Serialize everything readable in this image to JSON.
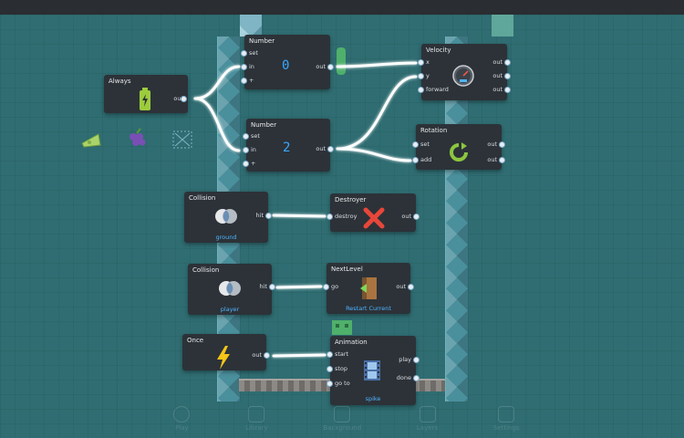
{
  "nodes": {
    "always": {
      "title": "Always",
      "outputs": [
        "out"
      ],
      "icon": "battery-icon"
    },
    "number0": {
      "title": "Number",
      "inputs": [
        "set",
        "in",
        "+"
      ],
      "outputs": [
        "out"
      ],
      "value": "0"
    },
    "number2": {
      "title": "Number",
      "inputs": [
        "set",
        "in",
        "+"
      ],
      "outputs": [
        "out"
      ],
      "value": "2"
    },
    "velocity": {
      "title": "Velocity",
      "inputs": [
        "x",
        "y",
        "forward"
      ],
      "outputs": [
        "out",
        "out",
        "out"
      ],
      "icon": "speedometer-icon"
    },
    "rotation": {
      "title": "Rotation",
      "inputs": [
        "set",
        "add"
      ],
      "outputs": [
        "out",
        "out"
      ],
      "icon": "rotate-icon"
    },
    "collision_ground": {
      "title": "Collision",
      "outputs": [
        "hit"
      ],
      "caption": "ground",
      "icon": "overlap-circles-icon"
    },
    "destroyer": {
      "title": "Destroyer",
      "inputs": [
        "destroy"
      ],
      "outputs": [
        "out"
      ],
      "icon": "red-x-icon"
    },
    "collision_player": {
      "title": "Collision",
      "outputs": [
        "hit"
      ],
      "caption": "player",
      "icon": "overlap-circles-icon"
    },
    "nextlevel": {
      "title": "NextLevel",
      "inputs": [
        "go"
      ],
      "outputs": [
        "out"
      ],
      "caption": "Restart Current",
      "icon": "door-icon"
    },
    "once": {
      "title": "Once",
      "outputs": [
        "out"
      ],
      "icon": "lightning-icon"
    },
    "animation": {
      "title": "Animation",
      "inputs": [
        "start",
        "stop",
        "go to"
      ],
      "outputs": [
        "play",
        "done"
      ],
      "caption": "spike",
      "icon": "film-icon"
    }
  },
  "toolbar": {
    "items": [
      "Play",
      "Library",
      "Background",
      "Layers",
      "Settings"
    ]
  },
  "colors": {
    "background": "#2f6d72",
    "node": "#2c3238",
    "wire": "#ffffff",
    "accent": "#3aa7ff"
  }
}
